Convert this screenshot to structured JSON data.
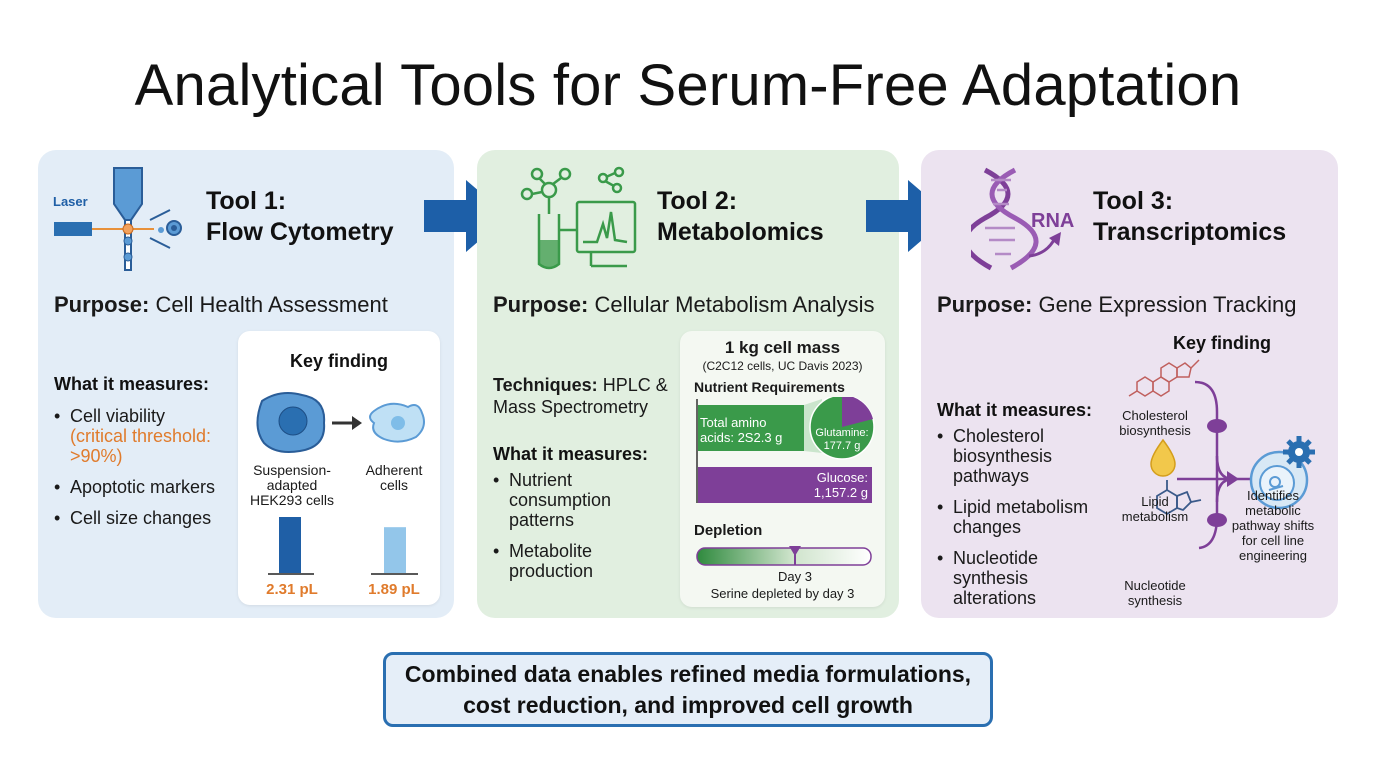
{
  "title": "Analytical Tools for Serum-Free Adaptation",
  "tool1": {
    "icon_label": "Laser",
    "title_line1": "Tool 1:",
    "title_line2": "Flow Cytometry",
    "purpose_label": "Purpose:",
    "purpose_value": "Cell Health Assessment",
    "measures_heading": "What it measures:",
    "measures": [
      "Cell viability",
      "Apoptotic markers",
      "Cell size changes"
    ],
    "threshold_line1": "(critical threshold:",
    "threshold_line2": ">90%)",
    "key_finding": {
      "heading": "Key finding",
      "left_label": [
        "Suspension-",
        "adapted",
        "HEK293 cells"
      ],
      "right_label": [
        "Adherent",
        "cells"
      ],
      "bars": [
        {
          "value": 2.31,
          "label": "2.31 pL",
          "color": "#1f5fa6"
        },
        {
          "value": 1.89,
          "label": "1.89 pL",
          "color": "#93c6ea"
        }
      ]
    }
  },
  "tool2": {
    "title_line1": "Tool 2:",
    "title_line2": "Metabolomics",
    "purpose_label": "Purpose:",
    "purpose_value": "Cellular Metabolism Analysis",
    "techniques_label": "Techniques:",
    "techniques_value_1": "HPLC &",
    "techniques_value_2": "Mass Spectrometry",
    "measures_heading": "What it measures:",
    "measures": [
      [
        "Nutrient",
        "consumption",
        "patterns"
      ],
      [
        "Metabolite",
        "production"
      ]
    ],
    "card": {
      "title": "1 kg cell mass",
      "subtitle": "(C2C12 cells, UC Davis 2023)",
      "requirements_heading": "Nutrient Requirements",
      "amino_line1": "Total amino",
      "amino_line2": "acids: 2S2.3 g",
      "glutamine_line1": "Glutamine:",
      "glutamine_line2": "177.7 g",
      "glucose_line1": "Glucose:",
      "glucose_line2": "1,157.2 g",
      "depletion_heading": "Depletion",
      "day_label": "Day 3",
      "depletion_note": "Serine depleted by day 3"
    }
  },
  "tool3": {
    "icon_label": "RNA",
    "title_line1": "Tool 3:",
    "title_line2": "Transcriptomics",
    "purpose_label": "Purpose:",
    "purpose_value": "Gene Expression Tracking",
    "measures_heading": "What it measures:",
    "measures": [
      [
        "Cholesterol",
        "biosynthesis",
        "pathways"
      ],
      [
        "Lipid metabolism",
        "changes"
      ],
      [
        "Nucleotide",
        "synthesis",
        "alterations"
      ]
    ],
    "key_finding": {
      "heading": "Key finding",
      "cholesterol": [
        "Cholesterol",
        "biosynthesis"
      ],
      "lipid": [
        "Lipid",
        "metabolism"
      ],
      "nucleotide": [
        "Nucleotide",
        "synthesis"
      ],
      "result": [
        "Identifies",
        "metabolic",
        "pathway shifts",
        "for cell line",
        "engineering"
      ]
    }
  },
  "summary_line1": "Combined data enables refined media formulations,",
  "summary_line2": "cost reduction, and improved cell growth",
  "colors": {
    "blue": "#1f5fa6",
    "green": "#3a9a4a",
    "purple": "#7e3f98",
    "orange": "#e07b2c"
  }
}
